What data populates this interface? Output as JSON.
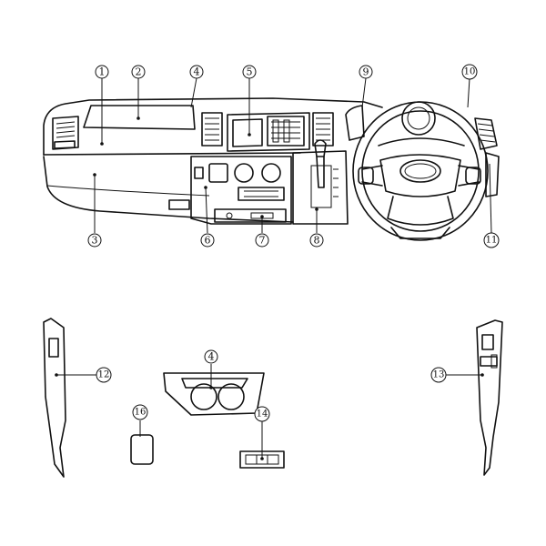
{
  "callouts": [
    {
      "id": "c1",
      "label": "1"
    },
    {
      "id": "c2",
      "label": "2"
    },
    {
      "id": "c3",
      "label": "3"
    },
    {
      "id": "c4",
      "label": "4"
    },
    {
      "id": "c4b",
      "label": "4"
    },
    {
      "id": "c5",
      "label": "5"
    },
    {
      "id": "c6",
      "label": "6"
    },
    {
      "id": "c7",
      "label": "7"
    },
    {
      "id": "c8",
      "label": "8"
    },
    {
      "id": "c9",
      "label": "9"
    },
    {
      "id": "c10",
      "label": "10"
    },
    {
      "id": "c11",
      "label": "11"
    },
    {
      "id": "c12",
      "label": "12"
    },
    {
      "id": "c13",
      "label": "13"
    },
    {
      "id": "c14",
      "label": "14"
    },
    {
      "id": "c16",
      "label": "16"
    }
  ]
}
